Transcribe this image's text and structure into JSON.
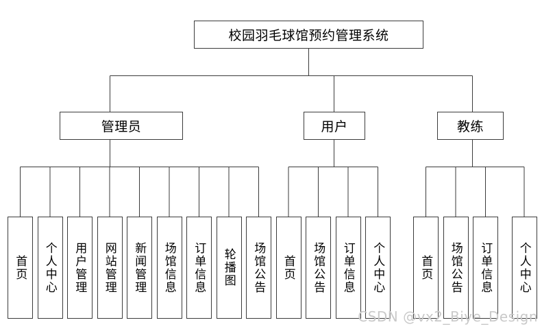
{
  "diagram": {
    "type": "tree",
    "title_text": "校园羽毛球馆预约管理系统",
    "line_color": "#3a3a3a",
    "box_fill": "#ffffff",
    "text_color": "#000000",
    "watermark_color": "#c9c9c9"
  },
  "root": {
    "label": "校园羽毛球馆预约管理系统"
  },
  "roles": [
    {
      "label": "管理员"
    },
    {
      "label": "用户"
    },
    {
      "label": "教练"
    }
  ],
  "admin_leaves": [
    {
      "label": "首页"
    },
    {
      "label": "个人中心"
    },
    {
      "label": "用户管理"
    },
    {
      "label": "网站管理"
    },
    {
      "label": "新闻管理"
    },
    {
      "label": "场馆信息"
    },
    {
      "label": "订单信息"
    },
    {
      "label": "轮播图"
    },
    {
      "label": "场馆公告"
    }
  ],
  "user_leaves": [
    {
      "label": "首页"
    },
    {
      "label": "场馆公告"
    },
    {
      "label": "订单信息"
    },
    {
      "label": "个人中心"
    }
  ],
  "coach_leaves": [
    {
      "label": "首页"
    },
    {
      "label": "场馆公告"
    },
    {
      "label": "订单信息"
    },
    {
      "label": "个人中心"
    }
  ],
  "watermark": {
    "text": "CSDN @vx2_Biye_Design"
  }
}
